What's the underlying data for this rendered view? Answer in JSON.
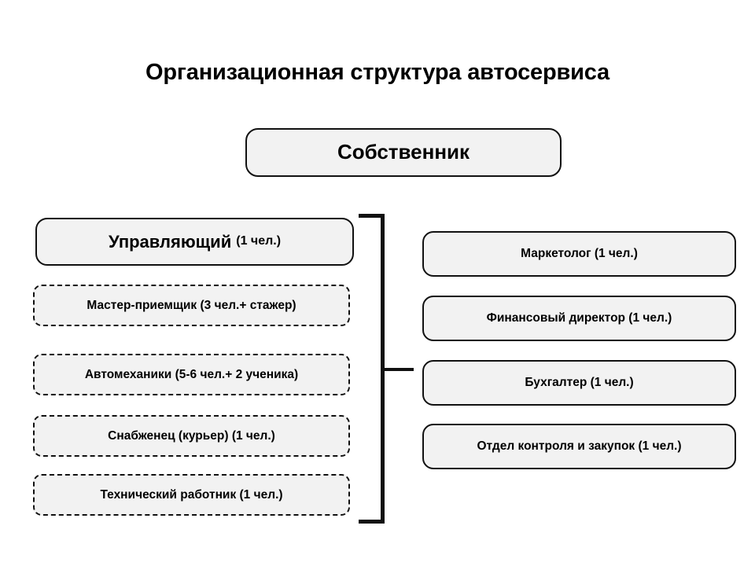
{
  "diagram": {
    "title": "Организационная структура автосервиса",
    "background_color": "#ffffff",
    "node_fill_color": "#f2f2f2",
    "node_border_color": "#111111",
    "connector_color": "#111111"
  },
  "top": {
    "owner": {
      "label": "Собственник",
      "border_style": "solid"
    }
  },
  "left_branch": {
    "head": {
      "role": "Управляющий",
      "count": "(1 чел.)",
      "border_style": "solid"
    },
    "subordinates": [
      {
        "label": "Мастер-приемщик (3 чел.+ стажер)",
        "border_style": "dashed"
      },
      {
        "label": "Автомеханики (5-6 чел.+ 2 ученика)",
        "border_style": "dashed"
      },
      {
        "label": "Снабженец (курьер) (1 чел.)",
        "border_style": "dashed"
      },
      {
        "label": "Технический работник (1 чел.)",
        "border_style": "dashed"
      }
    ]
  },
  "right_branch": {
    "units": [
      {
        "label": "Маркетолог (1 чел.)",
        "border_style": "solid"
      },
      {
        "label": "Финансовый директор (1 чел.)",
        "border_style": "solid"
      },
      {
        "label": "Бухгалтер (1 чел.)",
        "border_style": "solid"
      },
      {
        "label": "Отдел контроля и закупок (1 чел.)",
        "border_style": "solid"
      }
    ]
  },
  "connectors": {
    "bracket": "left-branch-grouping-bracket"
  }
}
